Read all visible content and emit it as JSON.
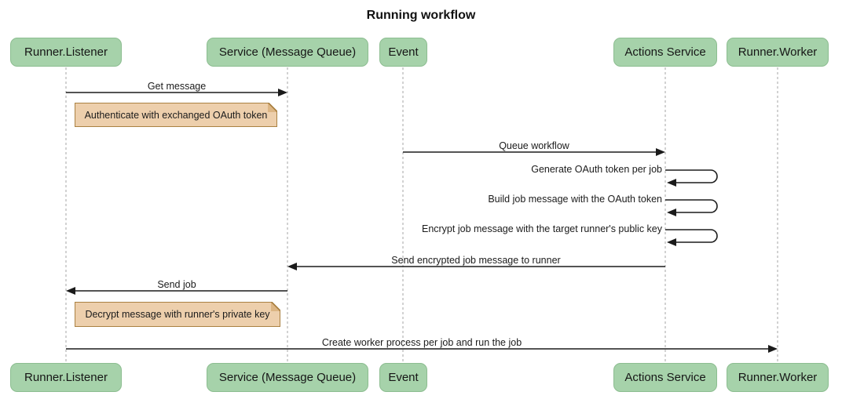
{
  "title": "Running workflow",
  "diagram_type": "sequence",
  "actors": [
    {
      "label": "Runner.Listener"
    },
    {
      "label": "Service (Message Queue)"
    },
    {
      "label": "Event"
    },
    {
      "label": "Actions Service"
    },
    {
      "label": "Runner.Worker"
    }
  ],
  "messages": [
    {
      "from": "Runner.Listener",
      "to": "Service (Message Queue)",
      "kind": "arrow",
      "label": "Get message"
    },
    {
      "from": "Event",
      "to": "Actions Service",
      "kind": "arrow",
      "label": "Queue workflow"
    },
    {
      "from": "Actions Service",
      "to": "Actions Service",
      "kind": "self-loop",
      "label": "Generate OAuth token per job"
    },
    {
      "from": "Actions Service",
      "to": "Actions Service",
      "kind": "self-loop",
      "label": "Build job message with the OAuth token"
    },
    {
      "from": "Actions Service",
      "to": "Actions Service",
      "kind": "self-loop",
      "label": "Encrypt job message with the target runner's public key"
    },
    {
      "from": "Actions Service",
      "to": "Service (Message Queue)",
      "kind": "arrow",
      "label": "Send encrypted job message to runner"
    },
    {
      "from": "Service (Message Queue)",
      "to": "Runner.Listener",
      "kind": "arrow",
      "label": "Send job"
    },
    {
      "from": "Runner.Listener",
      "to": "Runner.Worker",
      "kind": "arrow",
      "label": "Create worker process per job and run the job"
    }
  ],
  "notes": [
    {
      "attached_to": "Runner.Listener",
      "label": "Authenticate with exchanged OAuth token"
    },
    {
      "attached_to": "Runner.Listener",
      "label": "Decrypt message with runner's private key"
    }
  ],
  "colors": {
    "actor_fill": "#a6d2aa",
    "actor_border": "#8cbd90",
    "note_fill": "#edcfac",
    "note_border": "#aa8142",
    "arrow_line": "#1b1b1b",
    "lifeline": "#a6a6a6",
    "background": "#ffffff"
  }
}
